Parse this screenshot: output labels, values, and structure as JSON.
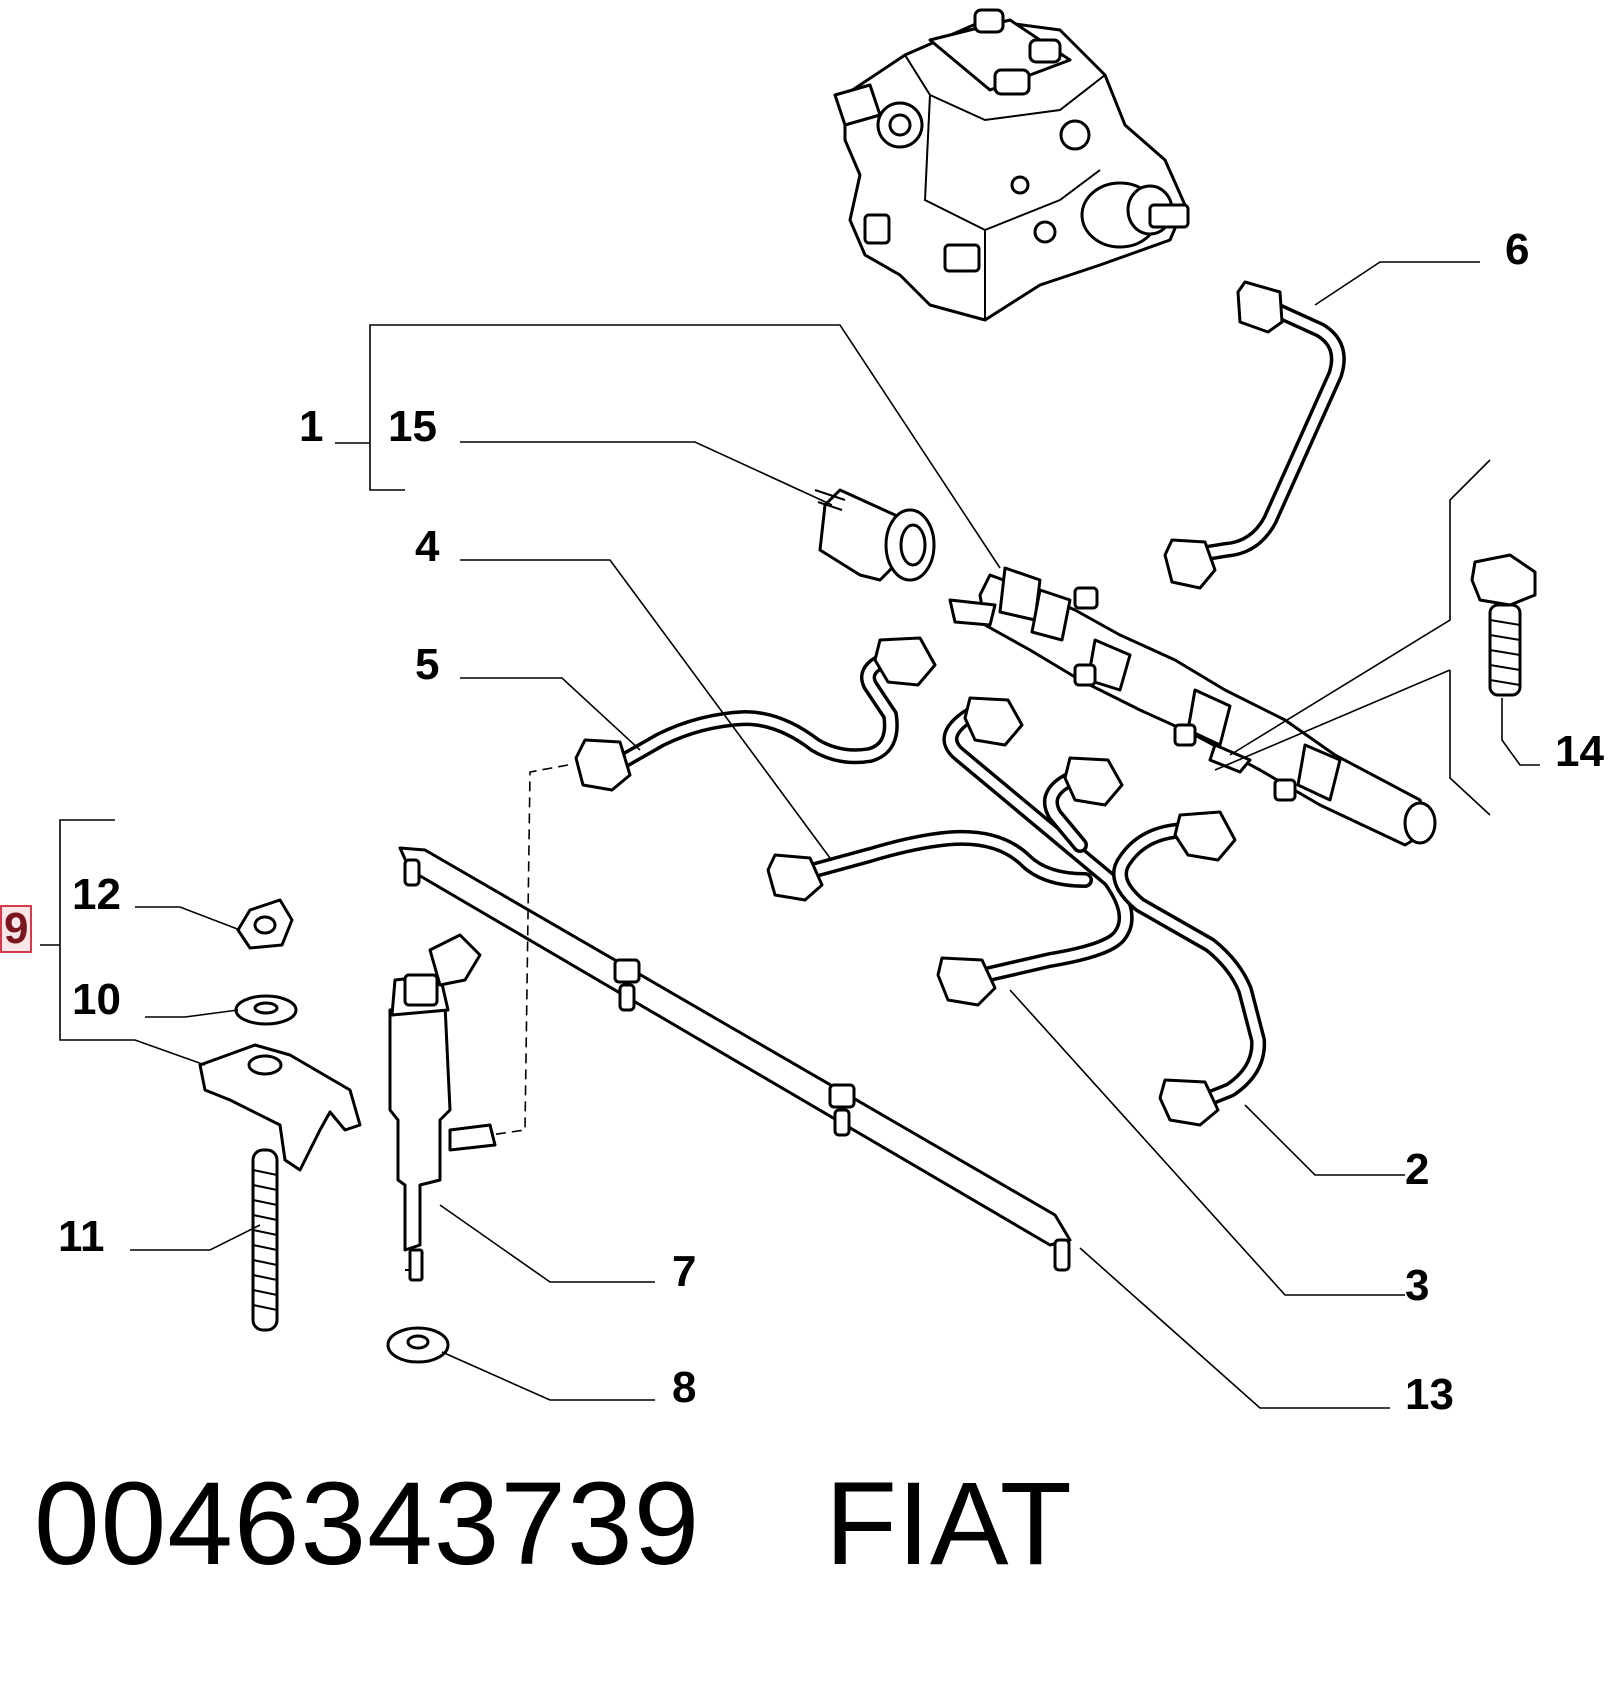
{
  "callouts": {
    "c1": "1",
    "c2": "2",
    "c3": "3",
    "c4": "4",
    "c5": "5",
    "c6": "6",
    "c7": "7",
    "c8": "8",
    "c9": "9",
    "c10": "10",
    "c11": "11",
    "c12": "12",
    "c13": "13",
    "c14": "14",
    "c15": "15"
  },
  "highlighted_callout": "9",
  "highlight_color": "#d63a4c",
  "footer": {
    "part_number": "0046343739",
    "brand": "FIAT"
  }
}
